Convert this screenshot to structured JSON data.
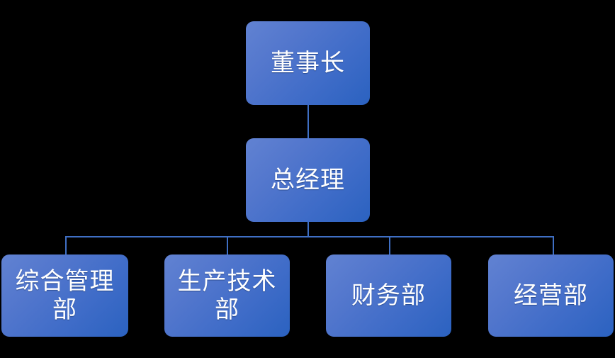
{
  "chart": {
    "type": "org-chart",
    "background_color": "#000000",
    "node_fill_start": "#6182d2",
    "node_fill_end": "#2b62c0",
    "connector_color": "#3f6fc4",
    "text_color": "#ffffff",
    "levels": [
      {
        "level": 1,
        "nodes": [
          {
            "id": "chairman",
            "label": "董事长"
          }
        ]
      },
      {
        "level": 2,
        "nodes": [
          {
            "id": "gm",
            "label": "总经理"
          }
        ]
      },
      {
        "level": 3,
        "nodes": [
          {
            "id": "admin",
            "label": "综合管理部"
          },
          {
            "id": "production",
            "label": "生产技术部"
          },
          {
            "id": "finance",
            "label": "财务部"
          },
          {
            "id": "operations",
            "label": "经营部"
          }
        ]
      }
    ]
  }
}
